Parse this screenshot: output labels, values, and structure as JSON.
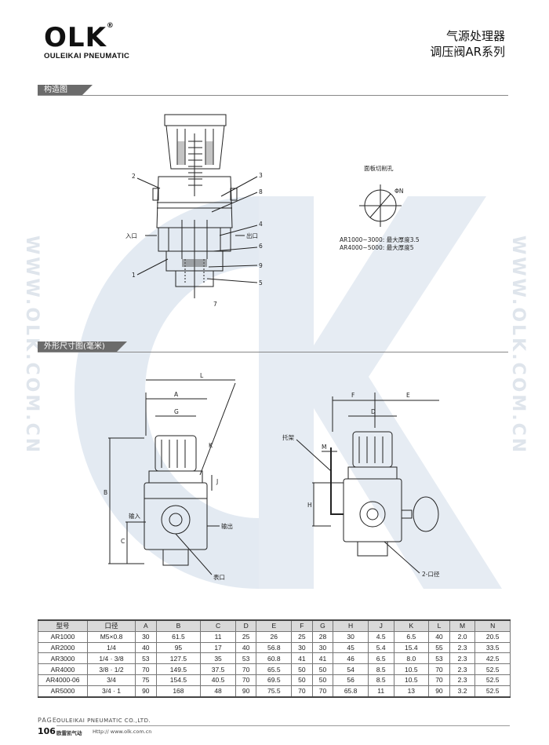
{
  "header": {
    "logo_text": "OLK",
    "logo_registered": "®",
    "logo_subtitle": "OULEIKAI PNEUMATIC",
    "title_line1": "气源处理器",
    "title_line2": "调压阀AR系列"
  },
  "watermark": {
    "side_text": "WWW.OLK.COM.CN"
  },
  "section1": {
    "title": "构造图",
    "labels": {
      "n1": "1",
      "n2": "2",
      "n3": "3",
      "n4": "4",
      "n5": "5",
      "n6": "6",
      "n7": "7",
      "n8": "8",
      "n9": "9",
      "inlet": "入口",
      "outlet": "出口"
    },
    "panel": {
      "title": "面板切削孔",
      "phi_label": "ΦN",
      "note1": "AR1000~3000: 最大厚度3.5",
      "note2": "AR4000~5000: 最大厚度5"
    }
  },
  "section2": {
    "title": "外形尺寸图(毫米)",
    "left_labels": {
      "L": "L",
      "A": "A",
      "G": "G",
      "K": "K",
      "J": "J",
      "B": "B",
      "C": "C",
      "input": "输入",
      "output": "输出",
      "gauge_port": "表口"
    },
    "right_labels": {
      "F": "F",
      "E": "E",
      "D": "D",
      "M": "M",
      "H": "H",
      "bracket": "托架",
      "port2": "2-口径"
    }
  },
  "table": {
    "headers": [
      "型号",
      "口径",
      "A",
      "B",
      "C",
      "D",
      "E",
      "F",
      "G",
      "H",
      "J",
      "K",
      "L",
      "M",
      "N"
    ],
    "rows": [
      [
        "AR1000",
        "M5×0.8",
        "30",
        "61.5",
        "11",
        "25",
        "26",
        "25",
        "28",
        "30",
        "4.5",
        "6.5",
        "40",
        "2.0",
        "20.5"
      ],
      [
        "AR2000",
        "1/4",
        "40",
        "95",
        "17",
        "40",
        "56.8",
        "30",
        "30",
        "45",
        "5.4",
        "15.4",
        "55",
        "2.3",
        "33.5"
      ],
      [
        "AR3000",
        "1/4 · 3/8",
        "53",
        "127.5",
        "35",
        "53",
        "60.8",
        "41",
        "41",
        "46",
        "6.5",
        "8.0",
        "53",
        "2.3",
        "42.5"
      ],
      [
        "AR4000",
        "3/8 · 1/2",
        "70",
        "149.5",
        "37.5",
        "70",
        "65.5",
        "50",
        "50",
        "54",
        "8.5",
        "10.5",
        "70",
        "2.3",
        "52.5"
      ],
      [
        "AR4000-06",
        "3/4",
        "75",
        "154.5",
        "40.5",
        "70",
        "69.5",
        "50",
        "50",
        "56",
        "8.5",
        "10.5",
        "70",
        "2.3",
        "52.5"
      ],
      [
        "AR5000",
        "3/4 · 1",
        "90",
        "168",
        "48",
        "90",
        "75.5",
        "70",
        "70",
        "65.8",
        "11",
        "13",
        "90",
        "3.2",
        "52.5"
      ]
    ]
  },
  "footer": {
    "page_label": "PAGE",
    "page_number": "106",
    "company": "OULEIKAI PNEUMATIC CO.,LTD.",
    "cn_name": "欧雷凯气动",
    "website": "Http:// www.olk.com.cn"
  }
}
